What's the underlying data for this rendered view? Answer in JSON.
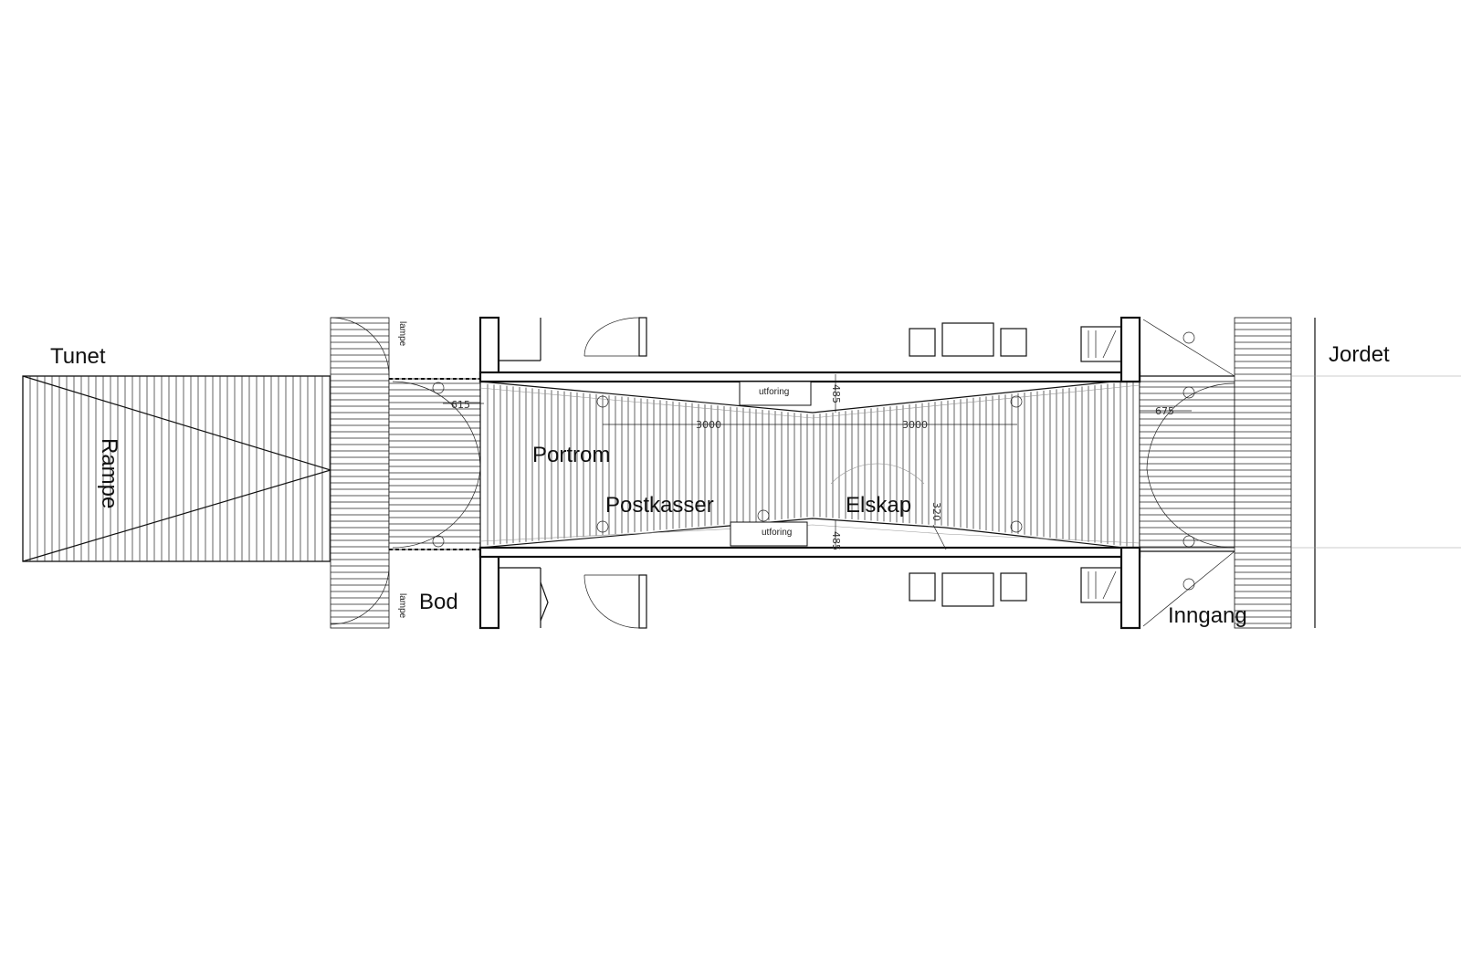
{
  "labels": {
    "tunet": "Tunet",
    "rampe": "Rampe",
    "jordet": "Jordet",
    "portrom": "Portrom",
    "postkasser": "Postkasser",
    "elskap": "Elskap",
    "bod": "Bod",
    "inngang": "Inngang"
  },
  "notes": {
    "lampe_top": "lampe",
    "lampe_bottom": "lampe",
    "utforing_top": "utforing",
    "utforing_bottom": "utforing"
  },
  "dimensions": {
    "d615": "615",
    "d3000_left": "3000",
    "d3000_right": "3000",
    "d675": "675",
    "d485_top": "485",
    "d485_bottom": "485",
    "d320": "320"
  },
  "colors": {
    "line": "#111111",
    "hatch": "#333333",
    "background": "#ffffff"
  }
}
